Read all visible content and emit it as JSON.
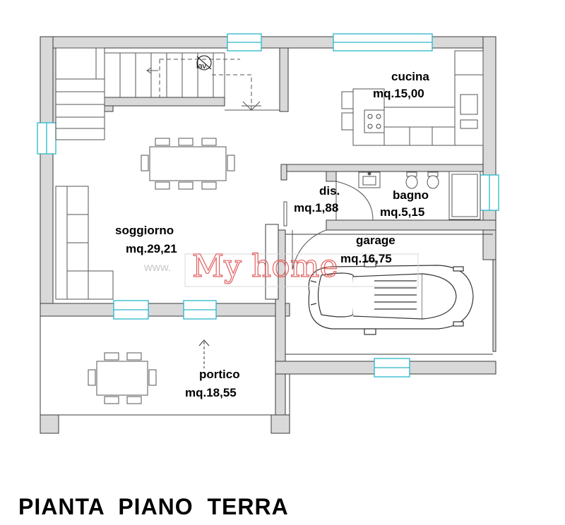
{
  "plan_title": "PIANTA  PIANO  TERRA",
  "colors": {
    "wall_fill": "#d9d9d9",
    "wall_line": "#3a3a3a",
    "window": "#29b7c8",
    "watermark": "#e06060"
  },
  "rooms": {
    "cucina": {
      "name": "cucina",
      "area": "mq.15,00"
    },
    "soggiorno": {
      "name": "soggiorno",
      "area": "mq.29,21"
    },
    "dis": {
      "name": "dis.",
      "area": "mq.1,88"
    },
    "bagno": {
      "name": "bagno",
      "area": "mq.5,15"
    },
    "garage": {
      "name": "garage",
      "area": "mq.16,75"
    },
    "portico": {
      "name": "portico",
      "area": "mq.18,55"
    }
  },
  "fixtures": {
    "lavatrice": "lav."
  },
  "watermark": {
    "prefix": "www.",
    "script": "My home"
  },
  "icons": [
    "staircase-icon",
    "washing-machine-icon",
    "dining-table-icon",
    "sofa-icon",
    "stove-icon",
    "toilet-icon",
    "bidet-icon",
    "shower-icon",
    "sink-icon",
    "car-icon"
  ]
}
